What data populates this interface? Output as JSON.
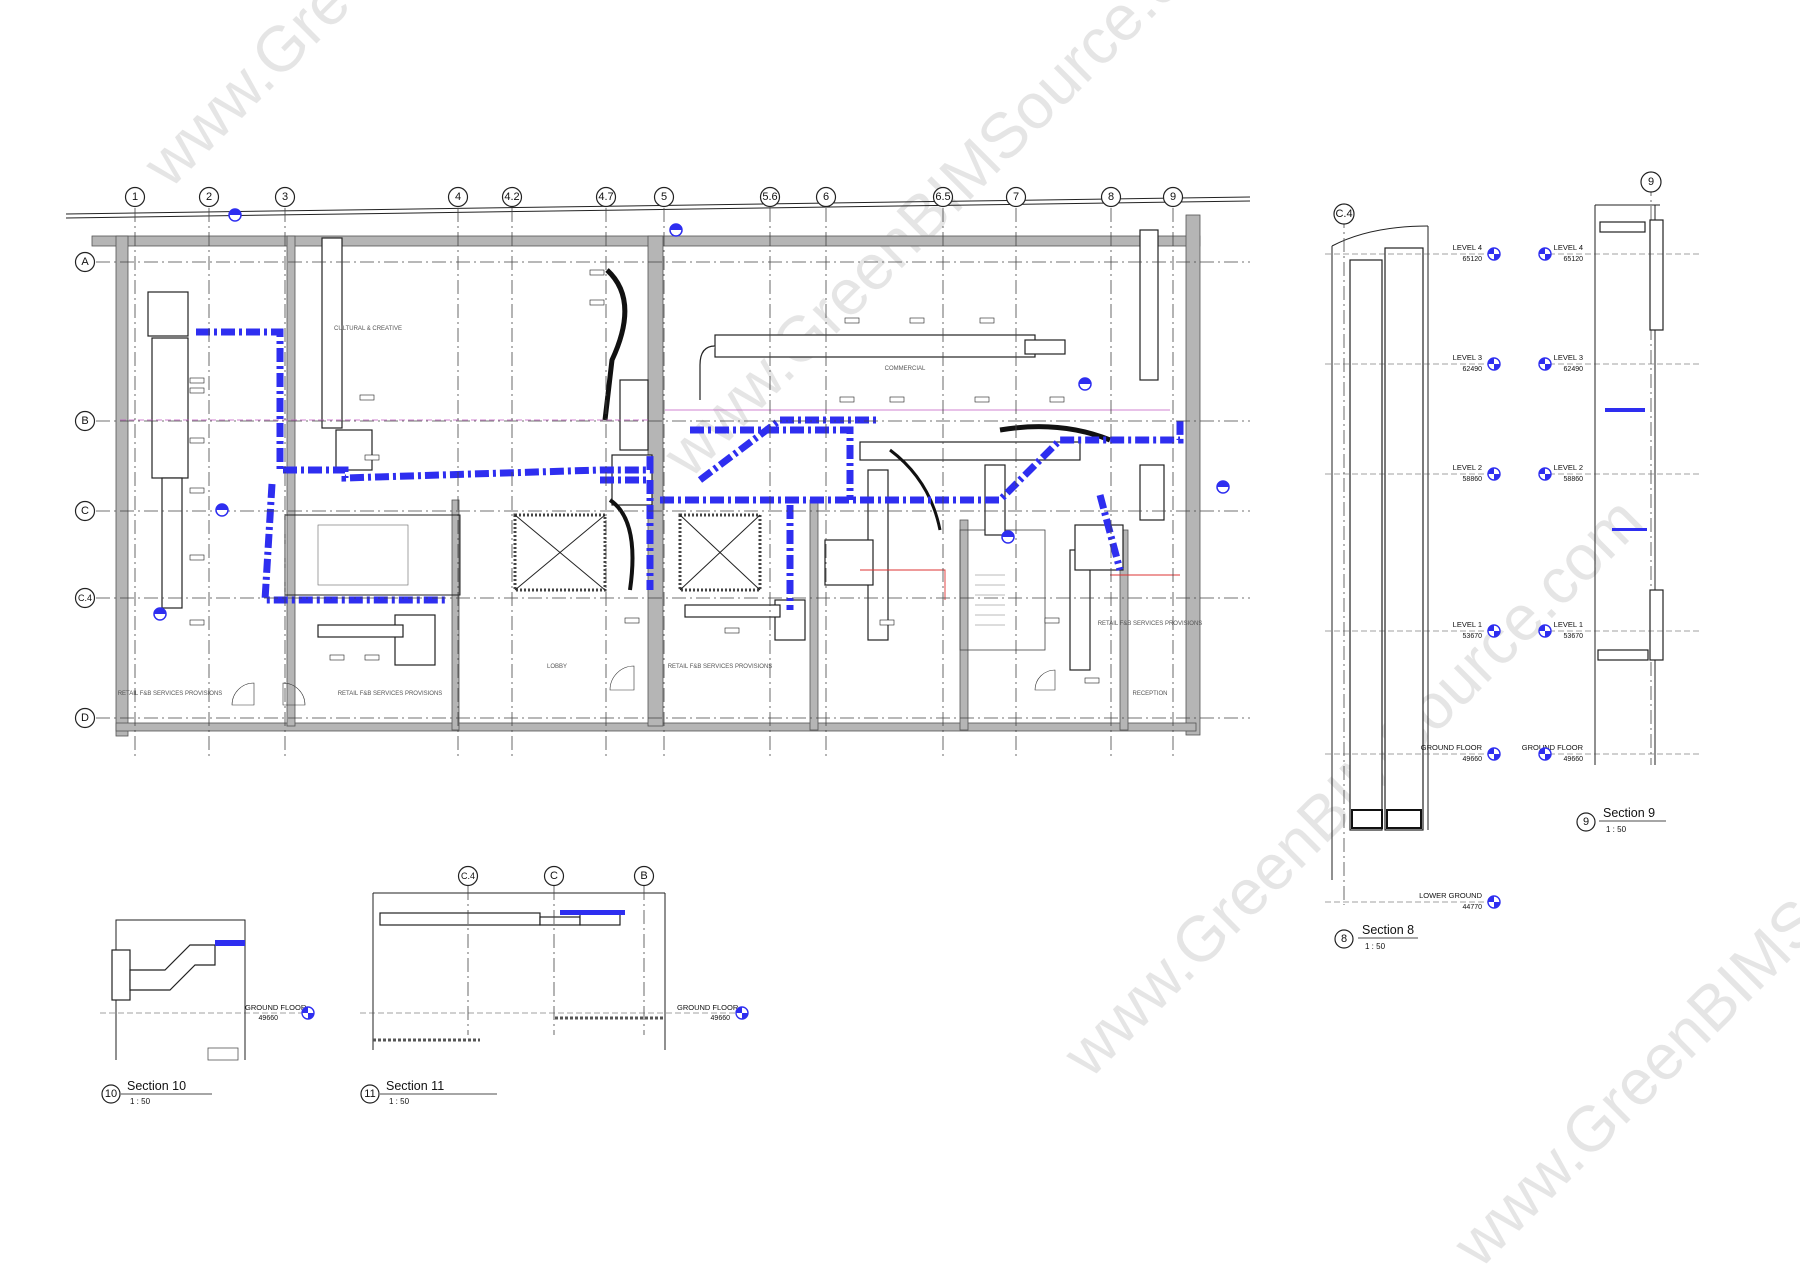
{
  "watermark": "www.GreenBIMSource.com",
  "plan": {
    "columns": [
      "1",
      "2",
      "3",
      "4",
      "4.2",
      "4.7",
      "5",
      "5.6",
      "6",
      "6.5",
      "7",
      "8",
      "9"
    ],
    "rows": [
      "A",
      "B",
      "C",
      "C.4",
      "D"
    ],
    "rooms": {
      "cultural": "CULTURAL & CREATIVE",
      "commercial": "COMMERCIAL",
      "retail1": "RETAIL F&B SERVICES PROVISIONS",
      "retail2": "RETAIL F&B SERVICES PROVISIONS",
      "retail3": "RETAIL F&B SERVICES PROVISIONS",
      "retail4": "RETAIL F&B SERVICES PROVISIONS",
      "lobby": "LOBBY",
      "reception": "RECEPTION"
    }
  },
  "sections": {
    "s8": {
      "number": "8",
      "title": "Section 8",
      "scale": "1 : 50",
      "grid": "C.4",
      "levels": [
        {
          "name": "LEVEL 4",
          "value": "65120"
        },
        {
          "name": "LEVEL 3",
          "value": "62490"
        },
        {
          "name": "LEVEL 2",
          "value": "58860"
        },
        {
          "name": "LEVEL 1",
          "value": "53670"
        },
        {
          "name": "GROUND FLOOR",
          "value": "49660"
        },
        {
          "name": "LOWER GROUND",
          "value": "44770"
        }
      ]
    },
    "s9": {
      "number": "9",
      "title": "Section 9",
      "scale": "1 : 50",
      "grid": "9",
      "levels": [
        {
          "name": "LEVEL 4",
          "value": "65120"
        },
        {
          "name": "LEVEL 3",
          "value": "62490"
        },
        {
          "name": "LEVEL 2",
          "value": "58860"
        },
        {
          "name": "LEVEL 1",
          "value": "53670"
        },
        {
          "name": "GROUND FLOOR",
          "value": "49660"
        }
      ]
    },
    "s10": {
      "number": "10",
      "title": "Section 10",
      "scale": "1 : 50",
      "level": {
        "name": "GROUND FLOOR",
        "value": "49660"
      }
    },
    "s11": {
      "number": "11",
      "title": "Section 11",
      "scale": "1 : 50",
      "grids": [
        "C.4",
        "C",
        "B"
      ],
      "level": {
        "name": "GROUND FLOOR",
        "value": "49660"
      }
    }
  },
  "colors": {
    "duct_blue": "#2e2ef0",
    "wall": "#b5b5b5",
    "watermark": "#cfcfcf"
  }
}
